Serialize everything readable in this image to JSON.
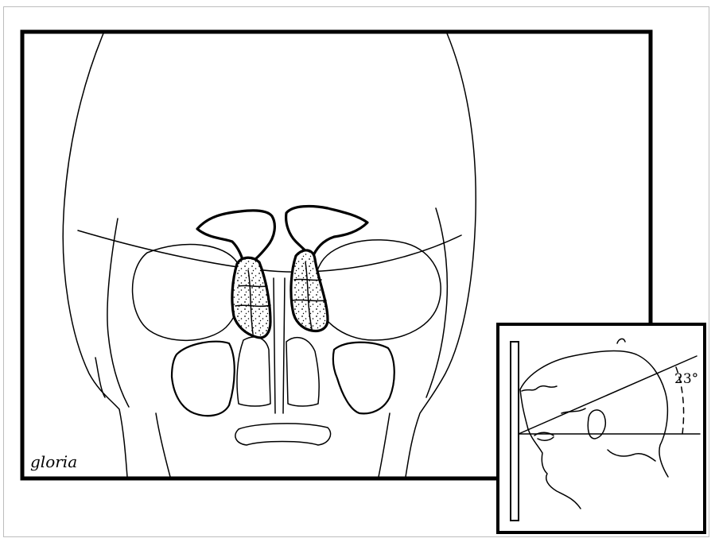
{
  "signature": {
    "text": "gloria",
    "kind": "handwritten-signature"
  },
  "inset": {
    "angle_label": "23°",
    "angle_degrees": 23
  },
  "colors": {
    "ink": "#000000",
    "paper": "#ffffff",
    "rule": "#bdbdbd"
  }
}
